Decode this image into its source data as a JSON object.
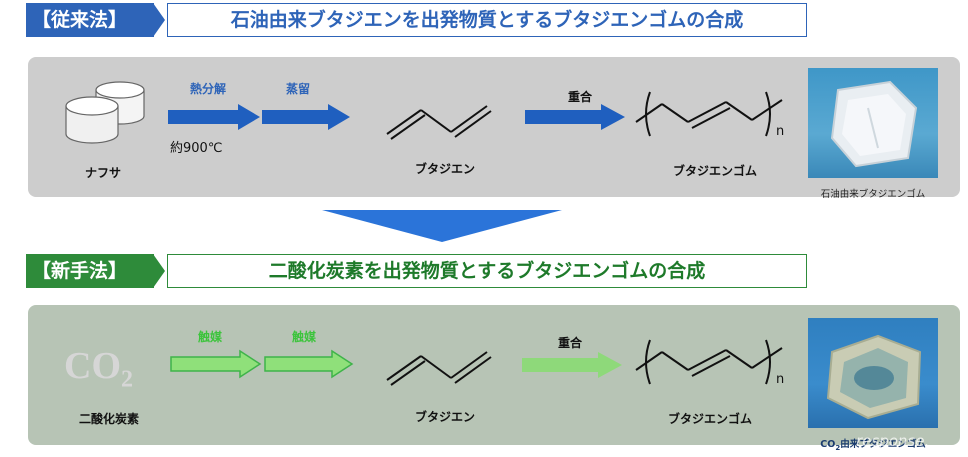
{
  "colors": {
    "blue": "#2e64b8",
    "green": "#2e8b3a",
    "conv_panel": "#cdcdcd",
    "new_panel": "#b7c4b5",
    "down_arrow": "#2b74d9",
    "green_arrow": "#8fe07a"
  },
  "conventional": {
    "tag": "【従来法】",
    "title": "石油由来ブタジエンを出発物質とするブタジエンゴムの合成",
    "naphtha_label": "ナフサ",
    "step1": "熱分解",
    "step1_temp": "約900℃",
    "step2": "蒸留",
    "butadiene_label": "ブタジエン",
    "polymerize": "重合",
    "subscript_n": "n",
    "rubber_label": "ブタジエンゴム",
    "photo_caption": "石油由来ブタジエンゴム"
  },
  "new_method": {
    "tag": "【新手法】",
    "title": "二酸化炭素を出発物質とするブタジエンゴムの合成",
    "co2_main": "CO",
    "co2_sub": "2",
    "co2_label": "二酸化炭素",
    "step1": "触媒",
    "step2": "触媒",
    "butadiene_label": "ブタジエン",
    "polymerize": "重合",
    "subscript_n": "n",
    "rubber_label": "ブタジエンゴム",
    "photo_caption_co2": "CO",
    "photo_caption_sub": "2",
    "photo_caption_rest": "由来ブタジエンゴム"
  },
  "watermark": "response."
}
